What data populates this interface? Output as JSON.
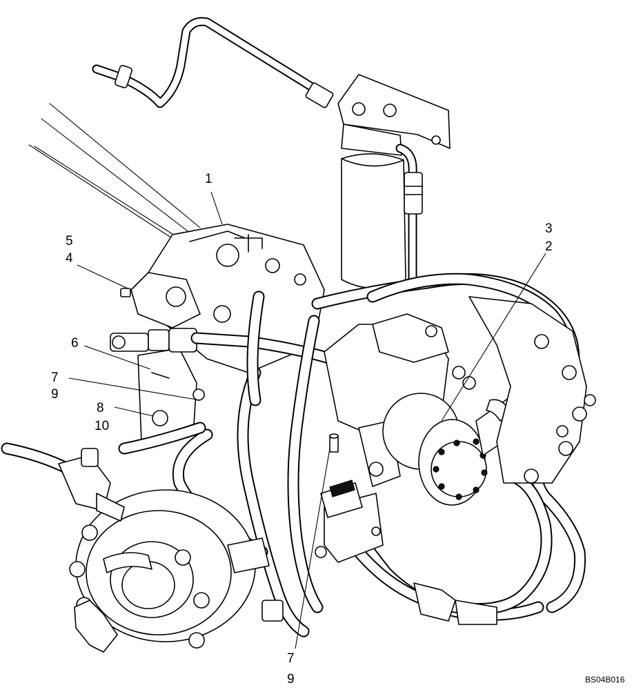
{
  "figure": {
    "code": "BS04B016"
  },
  "callouts": [
    {
      "id": "c1",
      "label": "1"
    },
    {
      "id": "c3",
      "label": "3"
    },
    {
      "id": "c2",
      "label": "2"
    },
    {
      "id": "c5",
      "label": "5"
    },
    {
      "id": "c4",
      "label": "4"
    },
    {
      "id": "c6",
      "label": "6"
    },
    {
      "id": "c7a",
      "label": "7"
    },
    {
      "id": "c9a",
      "label": "9"
    },
    {
      "id": "c8",
      "label": "8"
    },
    {
      "id": "c10",
      "label": "10"
    },
    {
      "id": "c7b",
      "label": "7"
    },
    {
      "id": "c9b",
      "label": "9"
    }
  ],
  "colors": {
    "ink": "#000000",
    "paper": "#ffffff"
  }
}
